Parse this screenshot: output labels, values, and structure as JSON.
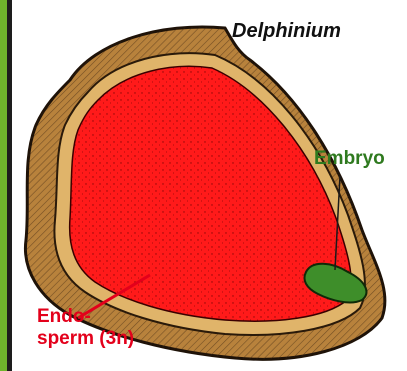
{
  "title": "Delphinium",
  "labels": {
    "embryo": "Embryo",
    "endosperm_line1": "Endo-",
    "endosperm_line2": "sperm (3n)"
  },
  "colors": {
    "endosperm": "#ff1a1a",
    "seed_coat": "#b8823c",
    "embryo": "#3e8e2a",
    "border_green": "#6fb52c",
    "label_red": "#e3001b",
    "label_green": "#2f7a1f"
  }
}
